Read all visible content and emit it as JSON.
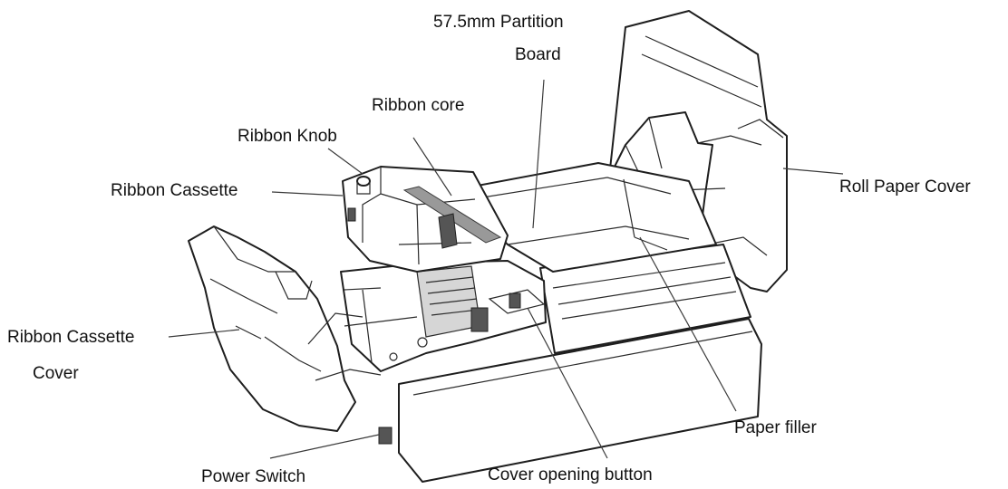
{
  "labels": {
    "partition_board_line1": "57.5mm Partition",
    "partition_board_line2": "Board",
    "ribbon_core": "Ribbon core",
    "ribbon_knob": "Ribbon Knob",
    "ribbon_cassette": "Ribbon Cassette",
    "roll_paper_cover": "Roll Paper Cover",
    "ribbon_cassette_cover_line1": "Ribbon Cassette",
    "ribbon_cassette_cover_line2": "Cover",
    "paper_filler": "Paper filler",
    "power_switch": "Power Switch",
    "cover_opening_button": "Cover opening button"
  },
  "colors": {
    "line": "#1e1e1e",
    "ribbon": "#999999",
    "background": "#ffffff"
  }
}
